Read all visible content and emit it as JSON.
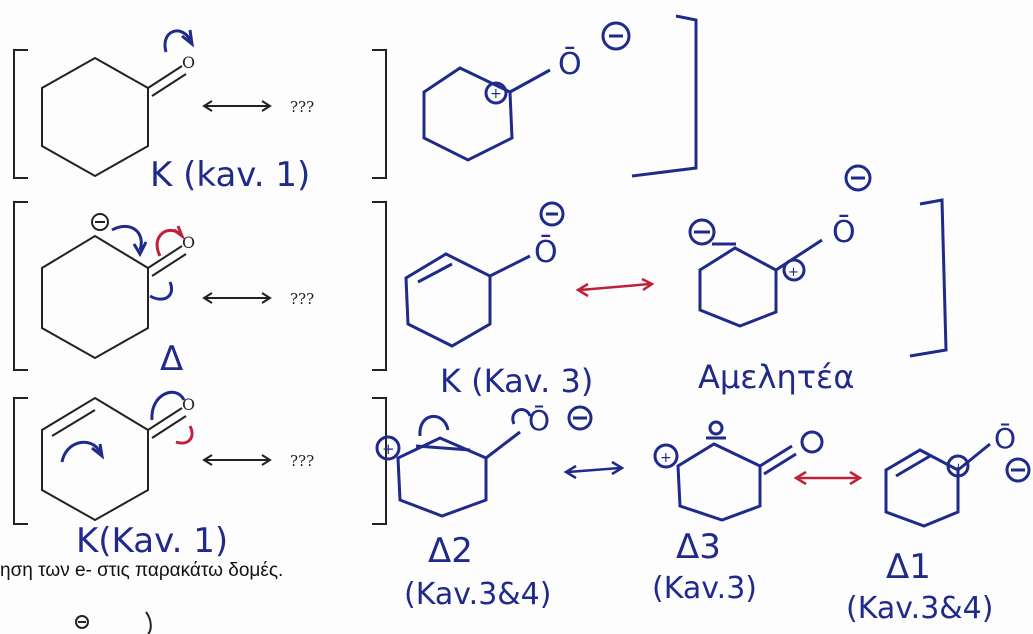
{
  "rows": [
    {
      "printed_unknown": "???",
      "label_left": "K (kav. 1)",
      "label_mid": "",
      "label_right": ""
    },
    {
      "printed_unknown": "???",
      "label_left": "Δ",
      "label_mid": "K (Kav. 3)",
      "label_right": "Αμελητέα"
    },
    {
      "printed_unknown": "???",
      "label_left": "K(Kav. 1)",
      "label_mid": "",
      "label_right": ""
    }
  ],
  "bottom_labels": [
    {
      "main": "Δ2",
      "sub": "(Kav.3&4)"
    },
    {
      "main": "Δ3",
      "sub": "(Kav.3)"
    },
    {
      "main": "Δ1",
      "sub": "(Kav.3&4)"
    }
  ],
  "caption": "ηση των e- στις παρακάτω δομές.",
  "atoms": {
    "oxygen": "O",
    "oxygen_bars": "Ō",
    "plus": "+",
    "minus": "−"
  },
  "colors": {
    "ink": "#1f2a8a",
    "red": "#c0203a",
    "print": "#222222"
  }
}
